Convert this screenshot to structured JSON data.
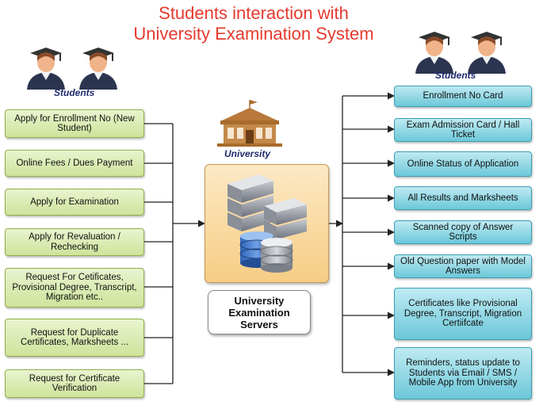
{
  "title": {
    "line1": "Students interaction with",
    "line2": "University Examination System"
  },
  "students_left_label": "Students",
  "students_right_label": "Students",
  "university_label": "University",
  "server_label": {
    "line1": "University",
    "line2": "Examination",
    "line3": "Servers"
  },
  "requests": [
    "Apply for Enrollment No (New Student)",
    "Online Fees / Dues Payment",
    "Apply for Examination",
    "Apply for Revaluation / Rechecking",
    "Request For Cetificates, Provisional Degree, Transcript, Migration etc..",
    "Request for Duplicate Certificates, Marksheets ...",
    "Request for Certificate Verification"
  ],
  "responses": [
    "Enrollment No Card",
    "Exam Admission Card / Hall Ticket",
    "Online Status of Application",
    "All Results and Marksheets",
    "Scanned copy of Answer Scripts",
    "Old Question paper with Model Answers",
    "Certificates like Provisional Degree, Transcript, Migration Certiifcate",
    "Reminders, status update to Students via Email / SMS / Mobile App from University"
  ],
  "colors": {
    "title": "#e53a2e",
    "request_box": "#cfe39b",
    "response_box": "#6cc8d9",
    "server_panel": "#f6cd85",
    "student_robe": "#2b3550"
  }
}
